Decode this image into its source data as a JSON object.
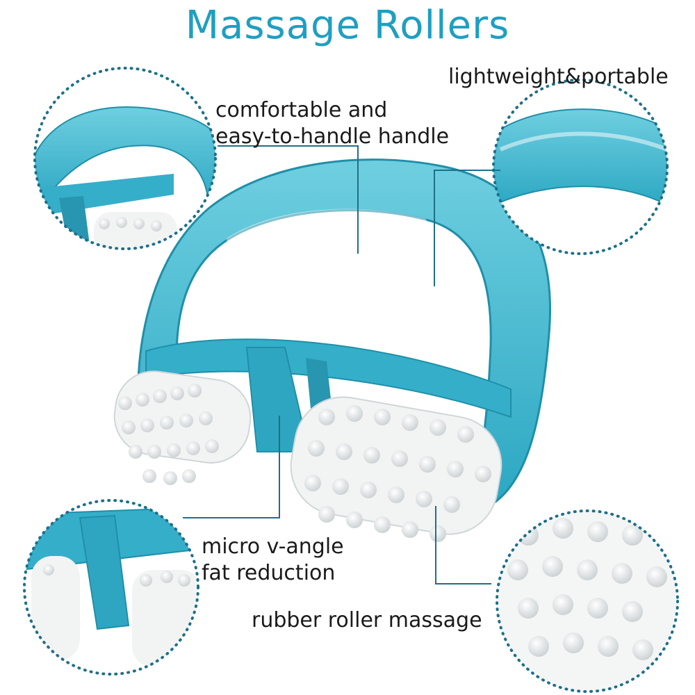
{
  "title": "Massage Rollers",
  "labels": {
    "handle_line1": "comfortable and",
    "handle_line2": "easy-to-handle handle",
    "lightweight": "lightweight&portable",
    "micro_line1": "micro v-angle",
    "micro_line2": "fat reduction",
    "rubber": "rubber roller massage"
  },
  "colors": {
    "title": "#1e9fc2",
    "plastic": "#3bb3cc",
    "plastic_dark": "#1f8fa8",
    "roller": "#f2f4f4",
    "callout_line": "#1e6f8a",
    "circle_dots": "#1e6f8a"
  }
}
